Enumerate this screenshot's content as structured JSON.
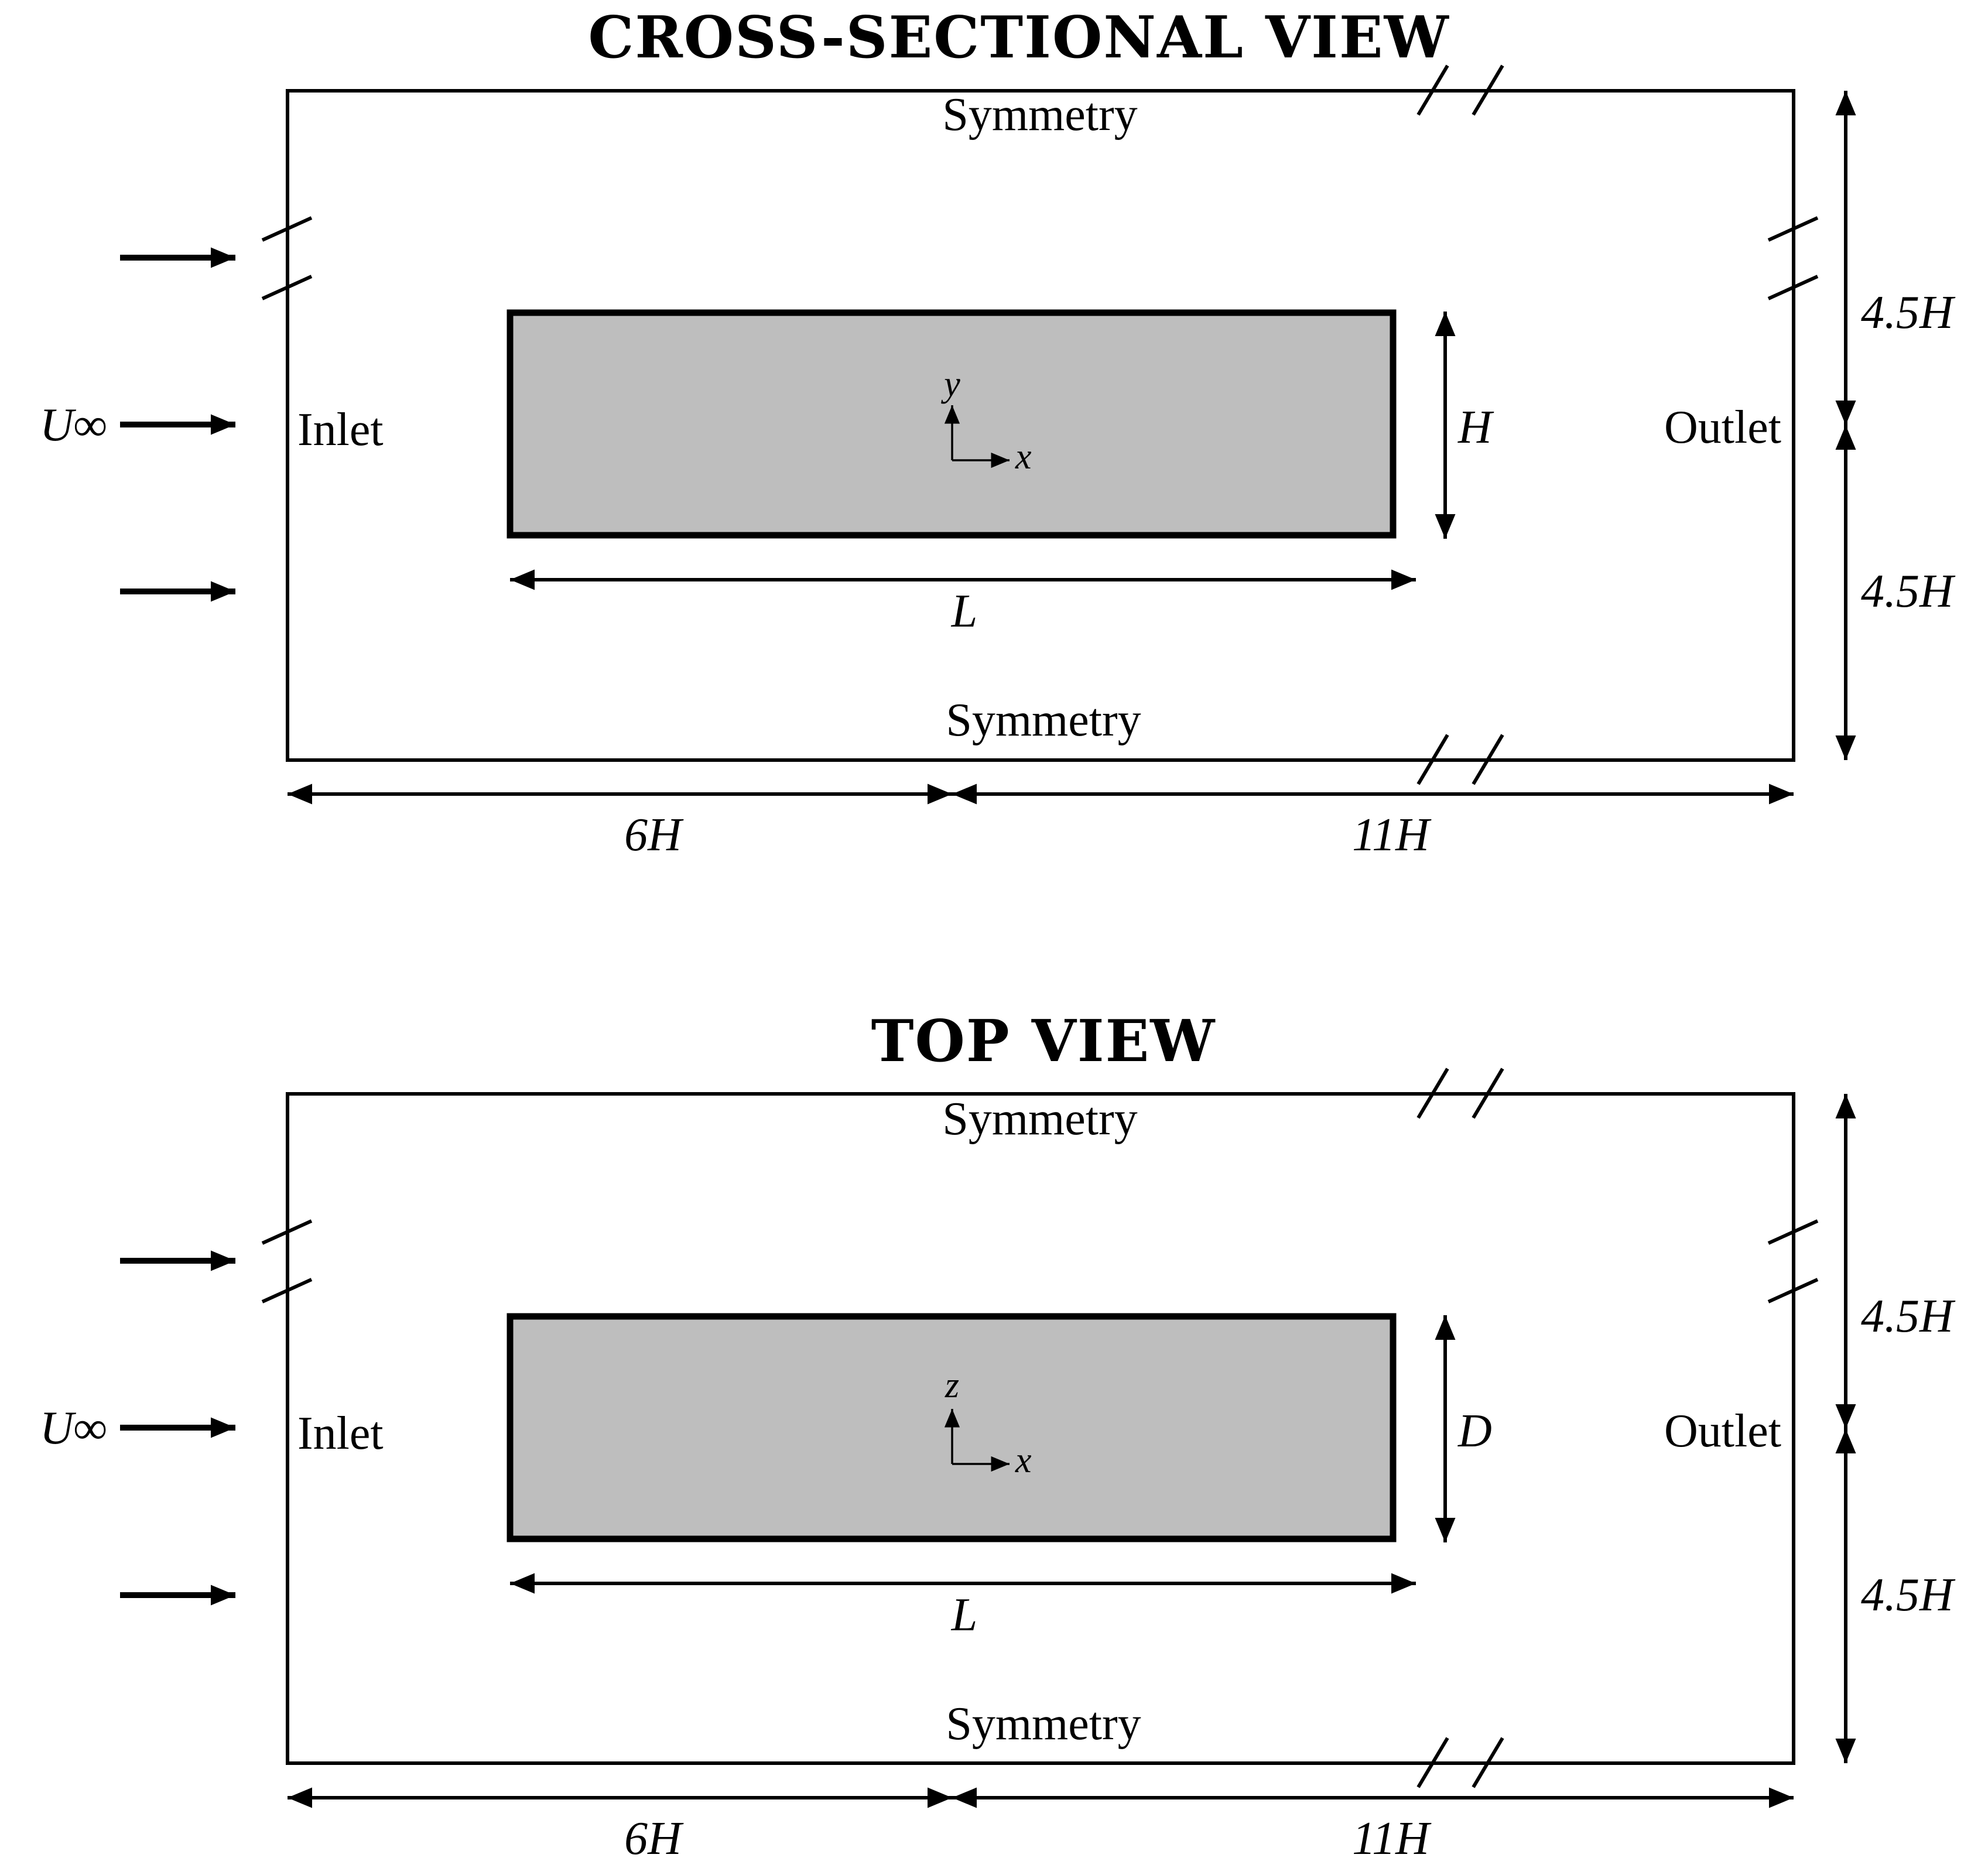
{
  "colors": {
    "body_fill": "#bebebe",
    "stroke": "#000000",
    "background": "#ffffff"
  },
  "views": [
    {
      "title": "CROSS-SECTIONAL VIEW",
      "top_boundary": "Symmetry",
      "bottom_boundary": "Symmetry",
      "inlet_label": "Inlet",
      "outlet_label": "Outlet",
      "freestream_label": "U∞",
      "axis_vertical": "y",
      "axis_horizontal": "x",
      "body_height_label": "H",
      "body_length_label": "L",
      "upstream_label": "6H",
      "downstream_label": "11H",
      "upper_half_label": "4.5H",
      "lower_half_label": "4.5H"
    },
    {
      "title": "TOP VIEW",
      "top_boundary": "Symmetry",
      "bottom_boundary": "Symmetry",
      "inlet_label": "Inlet",
      "outlet_label": "Outlet",
      "freestream_label": "U∞",
      "axis_vertical": "z",
      "axis_horizontal": "x",
      "body_height_label": "D",
      "body_length_label": "L",
      "upstream_label": "6H",
      "downstream_label": "11H",
      "upper_half_label": "4.5H",
      "lower_half_label": "4.5H"
    }
  ]
}
